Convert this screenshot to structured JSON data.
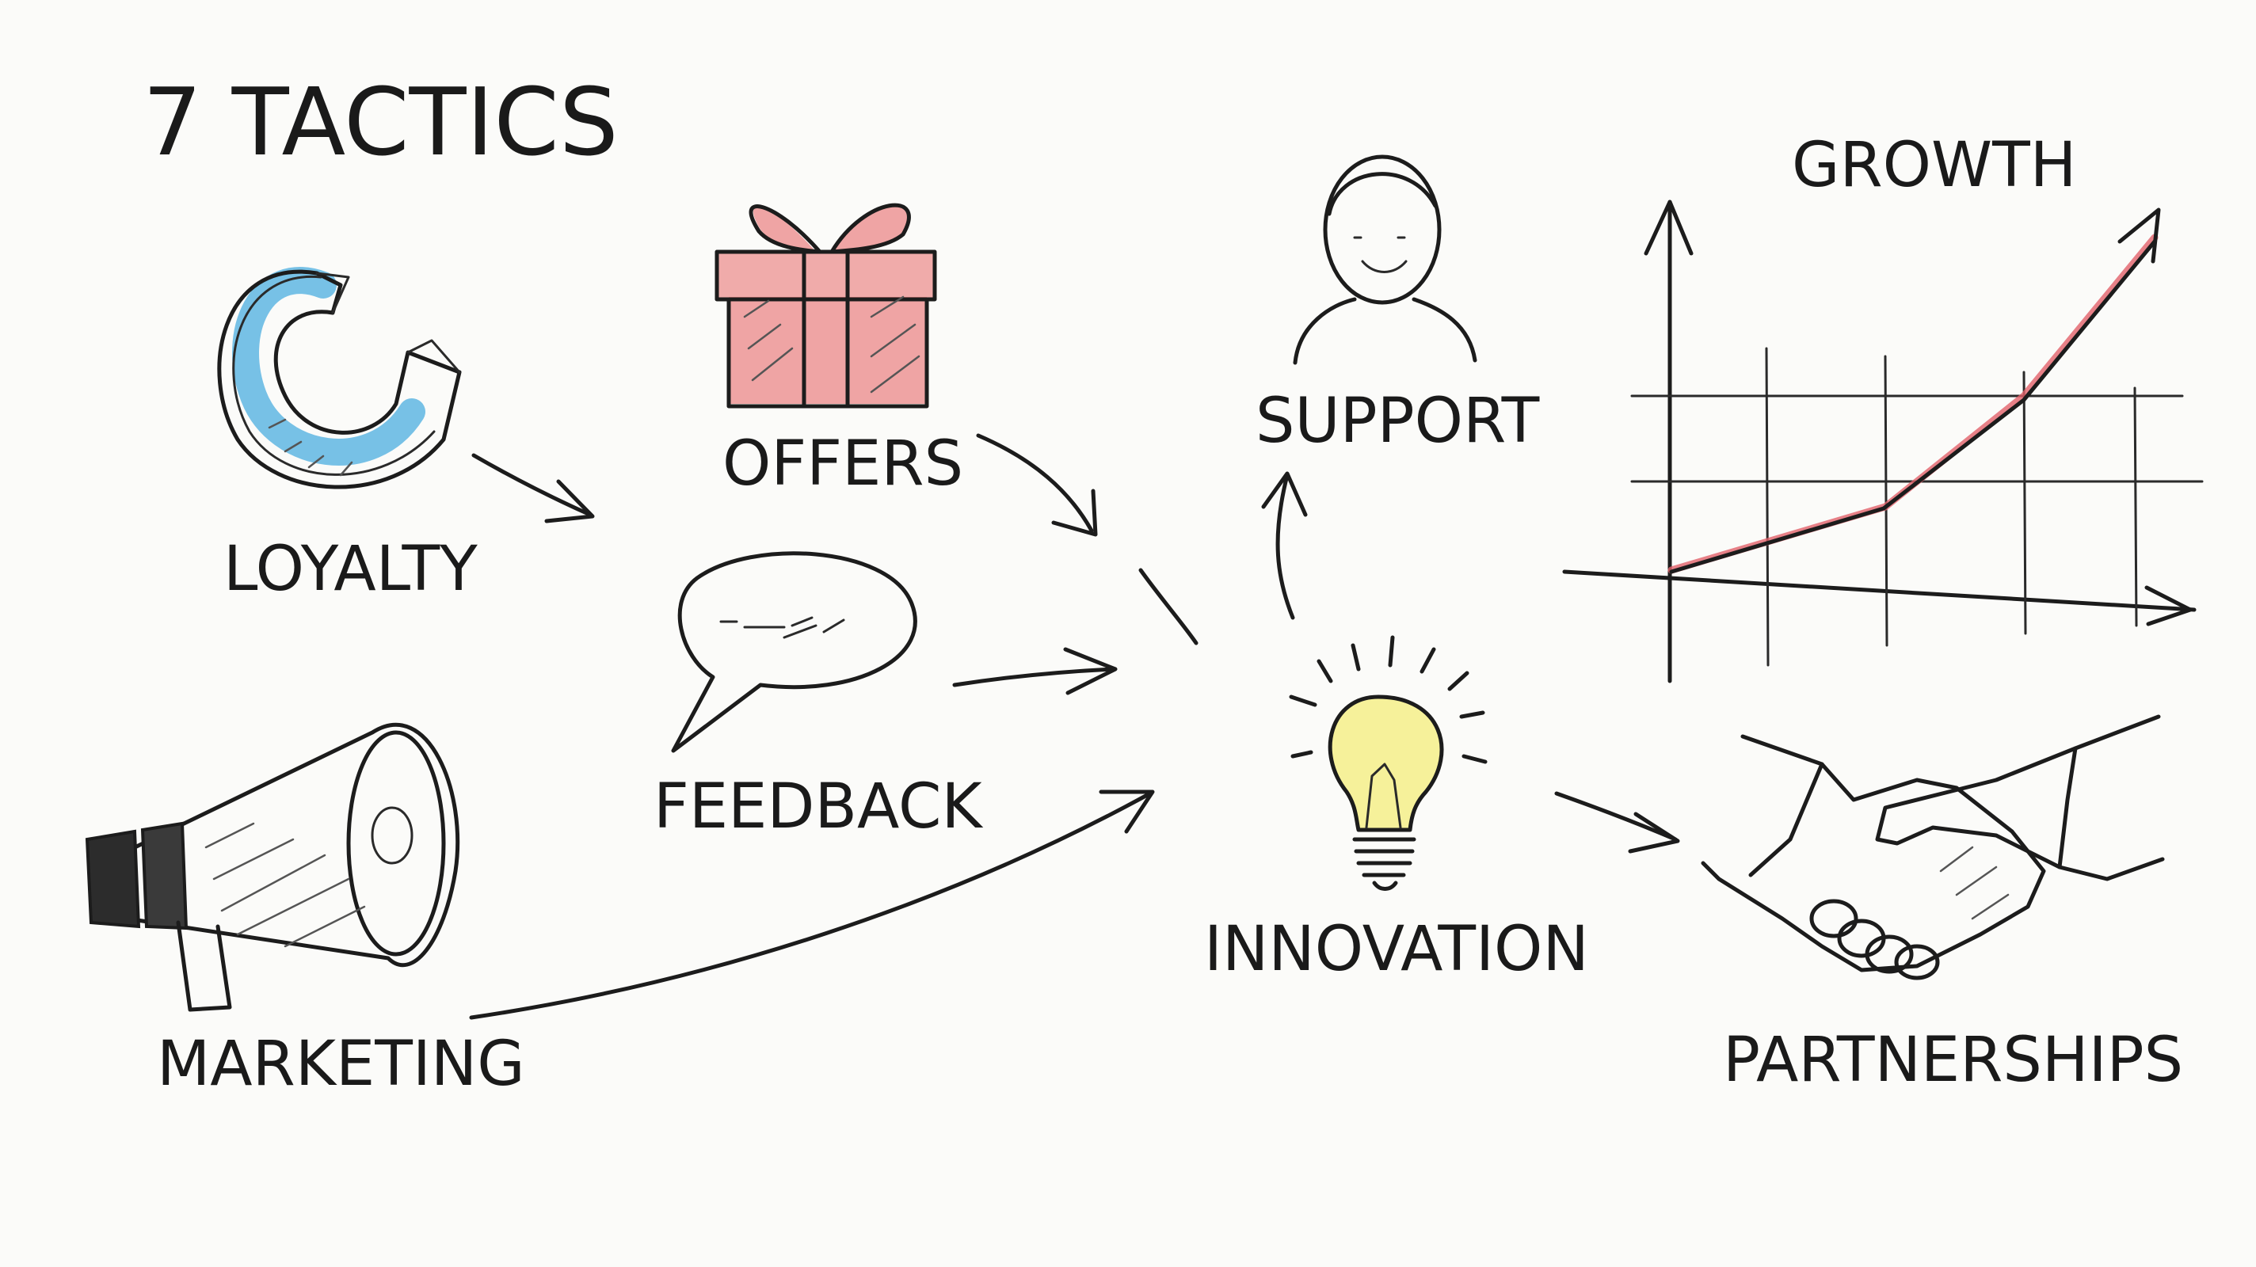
{
  "diagram": {
    "title": "7 TACTICS",
    "nodes": [
      {
        "id": "loyalty",
        "label": "LOYALTY",
        "icon": "horseshoe-magnet-icon"
      },
      {
        "id": "offers",
        "label": "OFFERS",
        "icon": "gift-box-icon"
      },
      {
        "id": "feedback",
        "label": "FEEDBACK",
        "icon": "speech-bubble-icon"
      },
      {
        "id": "marketing",
        "label": "MARKETING",
        "icon": "megaphone-icon"
      },
      {
        "id": "support",
        "label": "SUPPORT",
        "icon": "person-icon"
      },
      {
        "id": "innovation",
        "label": "INNOVATION",
        "icon": "lightbulb-icon"
      },
      {
        "id": "partnerships",
        "label": "PARTNERSHIPS",
        "icon": "handshake-icon"
      },
      {
        "id": "growth",
        "label": "GROWTH",
        "icon": "growth-chart-icon"
      }
    ],
    "edges": [
      {
        "from": "loyalty",
        "to": "offers"
      },
      {
        "from": "offers",
        "to": "innovation"
      },
      {
        "from": "feedback",
        "to": "innovation"
      },
      {
        "from": "marketing",
        "to": "innovation"
      },
      {
        "from": "innovation",
        "to": "support"
      },
      {
        "from": "innovation",
        "to": "partnerships"
      }
    ],
    "colors": {
      "ink": "#1c1c1c",
      "magnet_blue": "#5fb6e3",
      "gift_red": "#e86a6a",
      "bulb_yellow": "#f5ee8a",
      "growth_line_red": "#e2616a",
      "background": "#fbfbf9"
    }
  }
}
